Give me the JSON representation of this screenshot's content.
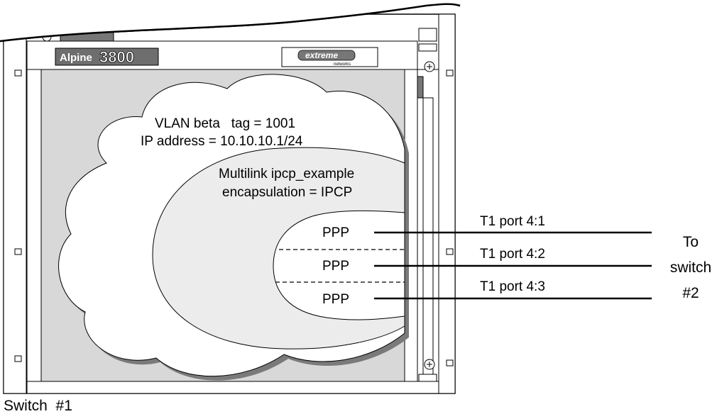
{
  "chassis": {
    "brand": "Alpine",
    "model": "3800",
    "logo_text": "extreme",
    "logo_subtext": "networks"
  },
  "vlan": {
    "line1": "VLAN beta   tag = 1001",
    "line2": "IP address = 10.10.10.1/24"
  },
  "multilink": {
    "line1": "Multilink ipcp_example",
    "line2": "encapsulation = IPCP"
  },
  "ppp_links": [
    {
      "label": "PPP",
      "port": "T1 port 4:1"
    },
    {
      "label": "PPP",
      "port": "T1 port 4:2"
    },
    {
      "label": "PPP",
      "port": "T1 port 4:3"
    }
  ],
  "destination": {
    "line1": "To",
    "line2": "switch",
    "line3": "#2"
  },
  "caption": "Switch  #1"
}
